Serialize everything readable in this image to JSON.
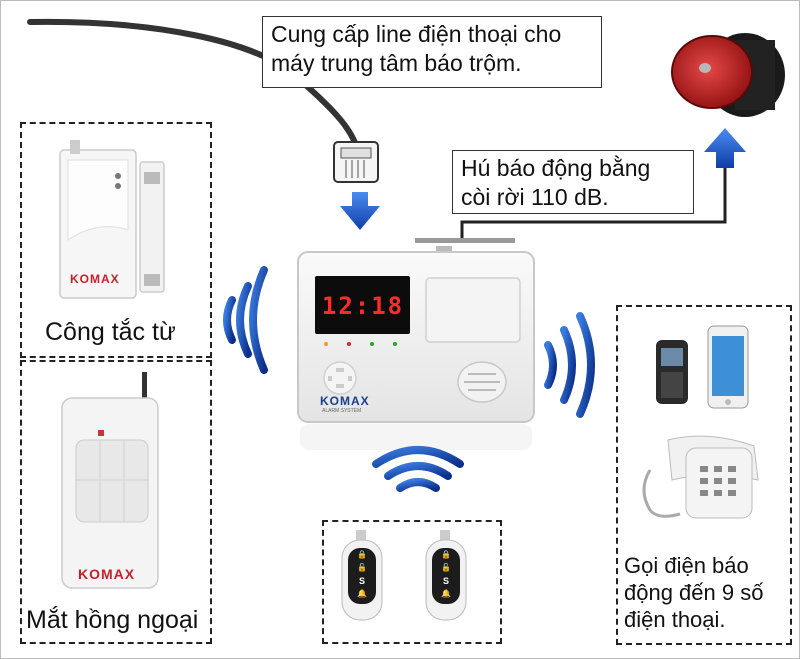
{
  "callouts": {
    "phone_line": "Cung cấp line điện thoại cho máy trung tâm báo trộm.",
    "siren": "Hú báo động bằng còi rời 110 dB."
  },
  "devices": {
    "door_sensor": "Công tắc từ",
    "pir_sensor": "Mắt hồng ngoại",
    "phones": "Gọi điện báo động đến 9 số điện thoại."
  },
  "brand": "KOMAX",
  "panel": {
    "display": "12:18",
    "subtitle": "ALARM SYSTEM"
  },
  "remote_buttons": [
    "🔒",
    "🔓",
    "S",
    "🔔"
  ],
  "colors": {
    "arrow_blue": "#1d5fd6",
    "wave_blue": "#1f5fc9",
    "brand_red": "#c8202a",
    "display_red": "#ff2a2a"
  }
}
